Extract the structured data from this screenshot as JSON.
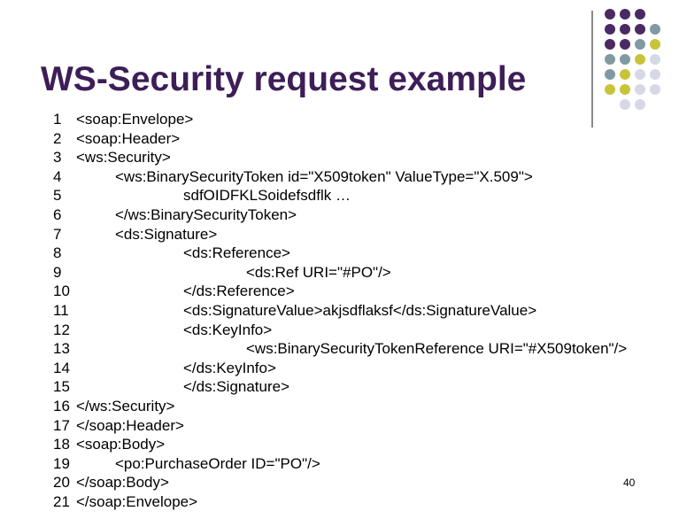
{
  "slide": {
    "title": "WS-Security request example",
    "page_number": "40"
  },
  "colors": {
    "title": "#3d1e57",
    "dot_purple": "#4a2a63",
    "dot_gray": "#7f9aa3",
    "dot_yellow": "#c8c43a",
    "dot_light": "#d6d8e6"
  },
  "code_lines": [
    {
      "num": "1",
      "text": "<soap:Envelope>",
      "indent": 0
    },
    {
      "num": "2",
      "text": "<soap:Header>",
      "indent": 0
    },
    {
      "num": "3",
      "text": "<ws:Security>",
      "indent": 0
    },
    {
      "num": "4",
      "text": "<ws:BinarySecurityToken id=\"X509token\" ValueType=\"X.509\">",
      "indent": 1
    },
    {
      "num": "5",
      "text": "sdfOIDFKLSoidefsdflk …",
      "indent": 2
    },
    {
      "num": "6",
      "text": "</ws:BinarySecurityToken>",
      "indent": 1
    },
    {
      "num": "7",
      "text": "<ds:Signature>",
      "indent": 1
    },
    {
      "num": "8",
      "text": "<ds:Reference>",
      "indent": 2
    },
    {
      "num": "9",
      "text": "<ds:Ref URI=\"#PO\"/>",
      "indent": 3
    },
    {
      "num": "10",
      "text": "</ds:Reference>",
      "indent": 2
    },
    {
      "num": "11",
      "text": "<ds:SignatureValue>akjsdflaksf</ds:SignatureValue>",
      "indent": 2
    },
    {
      "num": "12",
      "text": "<ds:KeyInfo>",
      "indent": 2
    },
    {
      "num": "13",
      "text": "<ws:BinarySecurityTokenReference URI=\"#X509token\"/>",
      "indent": 3
    },
    {
      "num": "14",
      "text": "</ds:KeyInfo>",
      "indent": 2
    },
    {
      "num": "15",
      "text": "</ds:Signature>",
      "indent": 2
    },
    {
      "num": "16",
      "text": "</ws:Security>",
      "indent": 0
    },
    {
      "num": "17",
      "text": "</soap:Header>",
      "indent": 0
    },
    {
      "num": "18",
      "text": "<soap:Body>",
      "indent": 0
    },
    {
      "num": "19",
      "text": "<po:PurchaseOrder ID=\"PO\"/>",
      "indent": 1
    },
    {
      "num": "20",
      "text": "</soap:Body>",
      "indent": 0
    },
    {
      "num": "21",
      "text": "</soap:Envelope>",
      "indent": 0
    }
  ],
  "dot_grid": [
    [
      "purple",
      "purple",
      "purple",
      "none"
    ],
    [
      "purple",
      "purple",
      "purple",
      "gray"
    ],
    [
      "purple",
      "purple",
      "gray",
      "yellow"
    ],
    [
      "gray",
      "gray",
      "yellow",
      "light"
    ],
    [
      "gray",
      "yellow",
      "light",
      "light"
    ],
    [
      "yellow",
      "yellow",
      "light",
      "light"
    ],
    [
      "none",
      "light",
      "light",
      "none"
    ]
  ]
}
